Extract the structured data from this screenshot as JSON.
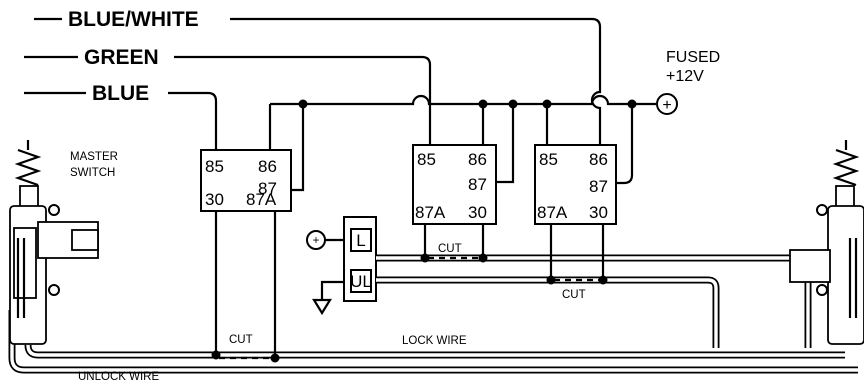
{
  "wire_labels": {
    "blue_white": "BLUE/WHITE",
    "green": "GREEN",
    "blue": "BLUE",
    "lock_wire": "LOCK WIRE",
    "unlock_wire": "UNLOCK WIRE"
  },
  "power": {
    "line1": "FUSED",
    "line2": "+12V",
    "plus_symbol": "+"
  },
  "master_switch": {
    "line1": "MASTER",
    "line2": "SWITCH"
  },
  "cut_label": "CUT",
  "relays": [
    {
      "pins": [
        "85",
        "86",
        "87",
        "30",
        "87A"
      ]
    },
    {
      "pins": [
        "85",
        "86",
        "87",
        "87A",
        "30"
      ]
    },
    {
      "pins": [
        "85",
        "86",
        "87",
        "87A",
        "30"
      ]
    }
  ],
  "switch_block": {
    "lock": "L",
    "unlock": "UL",
    "plus_symbol": "+"
  }
}
